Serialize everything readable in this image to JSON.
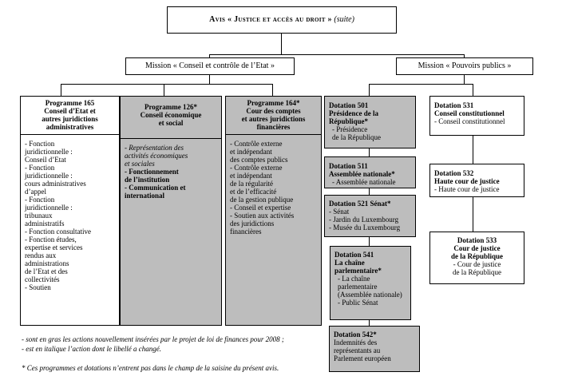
{
  "header": {
    "title_main": "Avis « Justice et accès au droit »",
    "title_suffix": "(suite)"
  },
  "missions": {
    "left": "Mission « Conseil et contrôle de l’Etat »",
    "right": "Mission « Pouvoirs publics »"
  },
  "programmes": [
    {
      "title": "Programme 165\nConseil d’Etat et\nautres juridictions\nadministratives",
      "items": [
        {
          "text": "- Fonction\njuridictionnelle :\nConseil d’Etat",
          "style": "normal"
        },
        {
          "text": "- Fonction\njuridictionnelle :\ncours administratives\nd’appel",
          "style": "normal"
        },
        {
          "text": "- Fonction\njuridictionnelle :\ntribunaux\nadministratifs",
          "style": "normal"
        },
        {
          "text": "- Fonction consultative",
          "style": "normal"
        },
        {
          "text": "- Fonction études,\nexpertise et services\nrendus aux\nadministrations\nde l’Etat et des\ncollectivités",
          "style": "normal"
        },
        {
          "text": "- Soutien",
          "style": "normal"
        }
      ]
    },
    {
      "title": "Programme 126*\nConseil économique\net social",
      "items": [
        {
          "text": "- Représentation des\nactivités économiques\net sociales",
          "style": "italic"
        },
        {
          "text": "- Fonctionnement\nde l’institution",
          "style": "bold"
        },
        {
          "text": "- Communication et\ninternational",
          "style": "bold"
        }
      ]
    },
    {
      "title": "Programme 164*\nCour des comptes\net autres juridictions\nfinancières",
      "items": [
        {
          "text": "- Contrôle externe\net indépendant\ndes comptes publics",
          "style": "normal"
        },
        {
          "text": "- Contrôle externe\net indépendant\nde la régularité\net de l’efficacité\nde la gestion publique",
          "style": "normal"
        },
        {
          "text": "- Conseil et expertise",
          "style": "normal"
        },
        {
          "text": "- Soutien aux activités\ndes juridictions\nfinancières",
          "style": "normal"
        }
      ]
    }
  ],
  "dotations_left": [
    {
      "title": "Dotation 501\nPrésidence de la\nRépublique*",
      "body": "- Présidence\nde la République"
    },
    {
      "title": "Dotation 511\nAssemblée nationale*",
      "body": "- Assemblée nationale"
    },
    {
      "title": "Dotation 521 Sénat*",
      "body": "- Sénat\n- Jardin du Luxembourg\n- Musée du Luxembourg"
    },
    {
      "title": "Dotation 541\nLa chaîne\nparlementaire*",
      "body": "- La chaîne\nparlementaire\n(Assemblée nationale)\n- Public Sénat"
    },
    {
      "title": "Dotation 542*",
      "body": "Indemnités des\nreprésentants au\nParlement européen"
    }
  ],
  "dotations_right": [
    {
      "title": "Dotation 531\nConseil constitutionnel",
      "body": "- Conseil constitutionnel"
    },
    {
      "title": "Dotation 532\nHaute cour de justice",
      "body": "- Haute cour de justice"
    },
    {
      "title": "Dotation 533\nCour de justice\nde la République",
      "body": "- Cour de justice\nde la République"
    }
  ],
  "notes": [
    "- sont en gras les actions nouvellement insérées par le projet de loi de finances pour 2008 ;",
    "- est en italique l’action dont le libellé a changé.",
    "* Ces programmes et dotations n’entrent pas dans le champ de la saisine du présent avis."
  ],
  "colors": {
    "grey_fill": "#bdbdbd",
    "border": "#000000"
  }
}
